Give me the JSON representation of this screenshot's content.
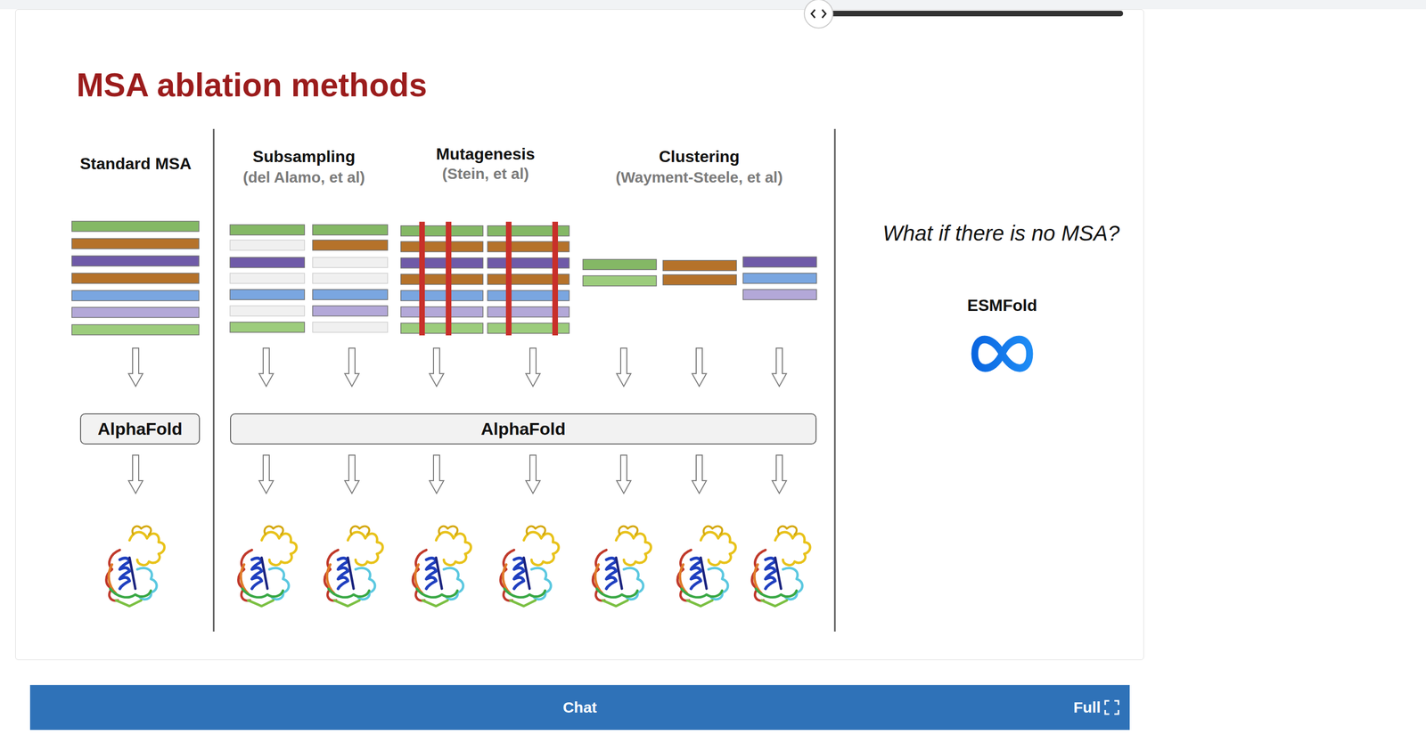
{
  "diagram": {
    "title": "MSA ablation methods",
    "nodes": [
      {
        "text": [
          "AlphaFold"
        ]
      },
      {
        "text": [
          "AlphaFold"
        ]
      },
      {
        "text": [
          "Chat",
          "Full"
        ]
      }
    ],
    "labels": [
      "Standard MSA",
      "Subsampling",
      "(del Alamo, et al)",
      "Mutagenesis",
      "(Stein, et al)",
      "Clustering",
      "(Wayment-Steele, et al)",
      "What if there is no MSA?",
      "ESMFold"
    ]
  }
}
